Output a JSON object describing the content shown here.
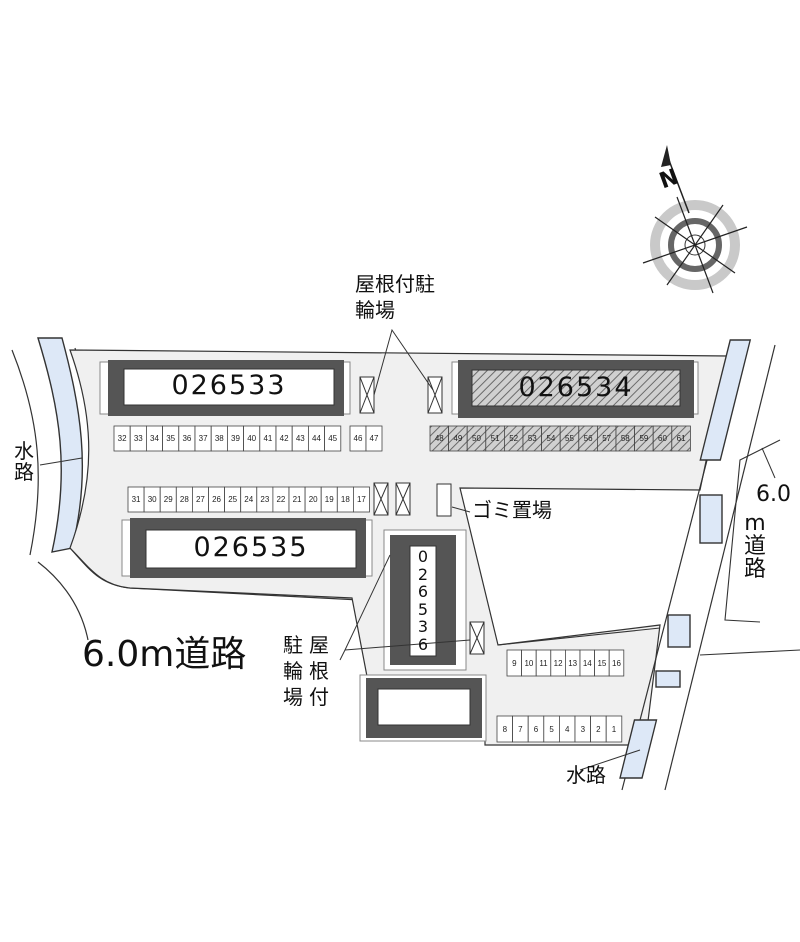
{
  "labels": {
    "water_left": "水路",
    "water_bottom": "水路",
    "road_bottom": "6.0m道路",
    "road_right_top": "6.0",
    "road_right_bottom": "m道路",
    "roof_bike_top": "屋根付駐輪場",
    "roof_bike_col1": "駐輪場",
    "roof_bike_col2": "屋根付",
    "garbage": "ゴミ置場"
  },
  "buildings": {
    "b1": "026533",
    "b2": "026534",
    "b3": "026535",
    "b4": "026536",
    "b5": ""
  },
  "parking": {
    "row_top_left": [
      "32",
      "33",
      "34",
      "35",
      "36",
      "37",
      "38",
      "39",
      "40",
      "41",
      "42",
      "43",
      "44",
      "45"
    ],
    "pair_top_mid": [
      "46",
      "47"
    ],
    "row_top_right": [
      "48",
      "49",
      "50",
      "51",
      "52",
      "53",
      "54",
      "55",
      "56",
      "57",
      "58",
      "59",
      "60",
      "61"
    ],
    "row_mid_left": [
      "31",
      "30",
      "29",
      "28",
      "27",
      "26",
      "25",
      "24",
      "23",
      "22",
      "21",
      "20",
      "19",
      "18",
      "17"
    ],
    "row_lower_right": [
      "9",
      "10",
      "11",
      "12",
      "13",
      "14",
      "15",
      "16"
    ],
    "row_bottom_right": [
      "8",
      "7",
      "6",
      "5",
      "4",
      "3",
      "2",
      "1"
    ]
  },
  "compass": {
    "north": "N"
  },
  "colors": {
    "lot": "#f0f0f0",
    "building": "#555555",
    "water": "#dde8f7",
    "hatched": "#8a8a8a"
  }
}
